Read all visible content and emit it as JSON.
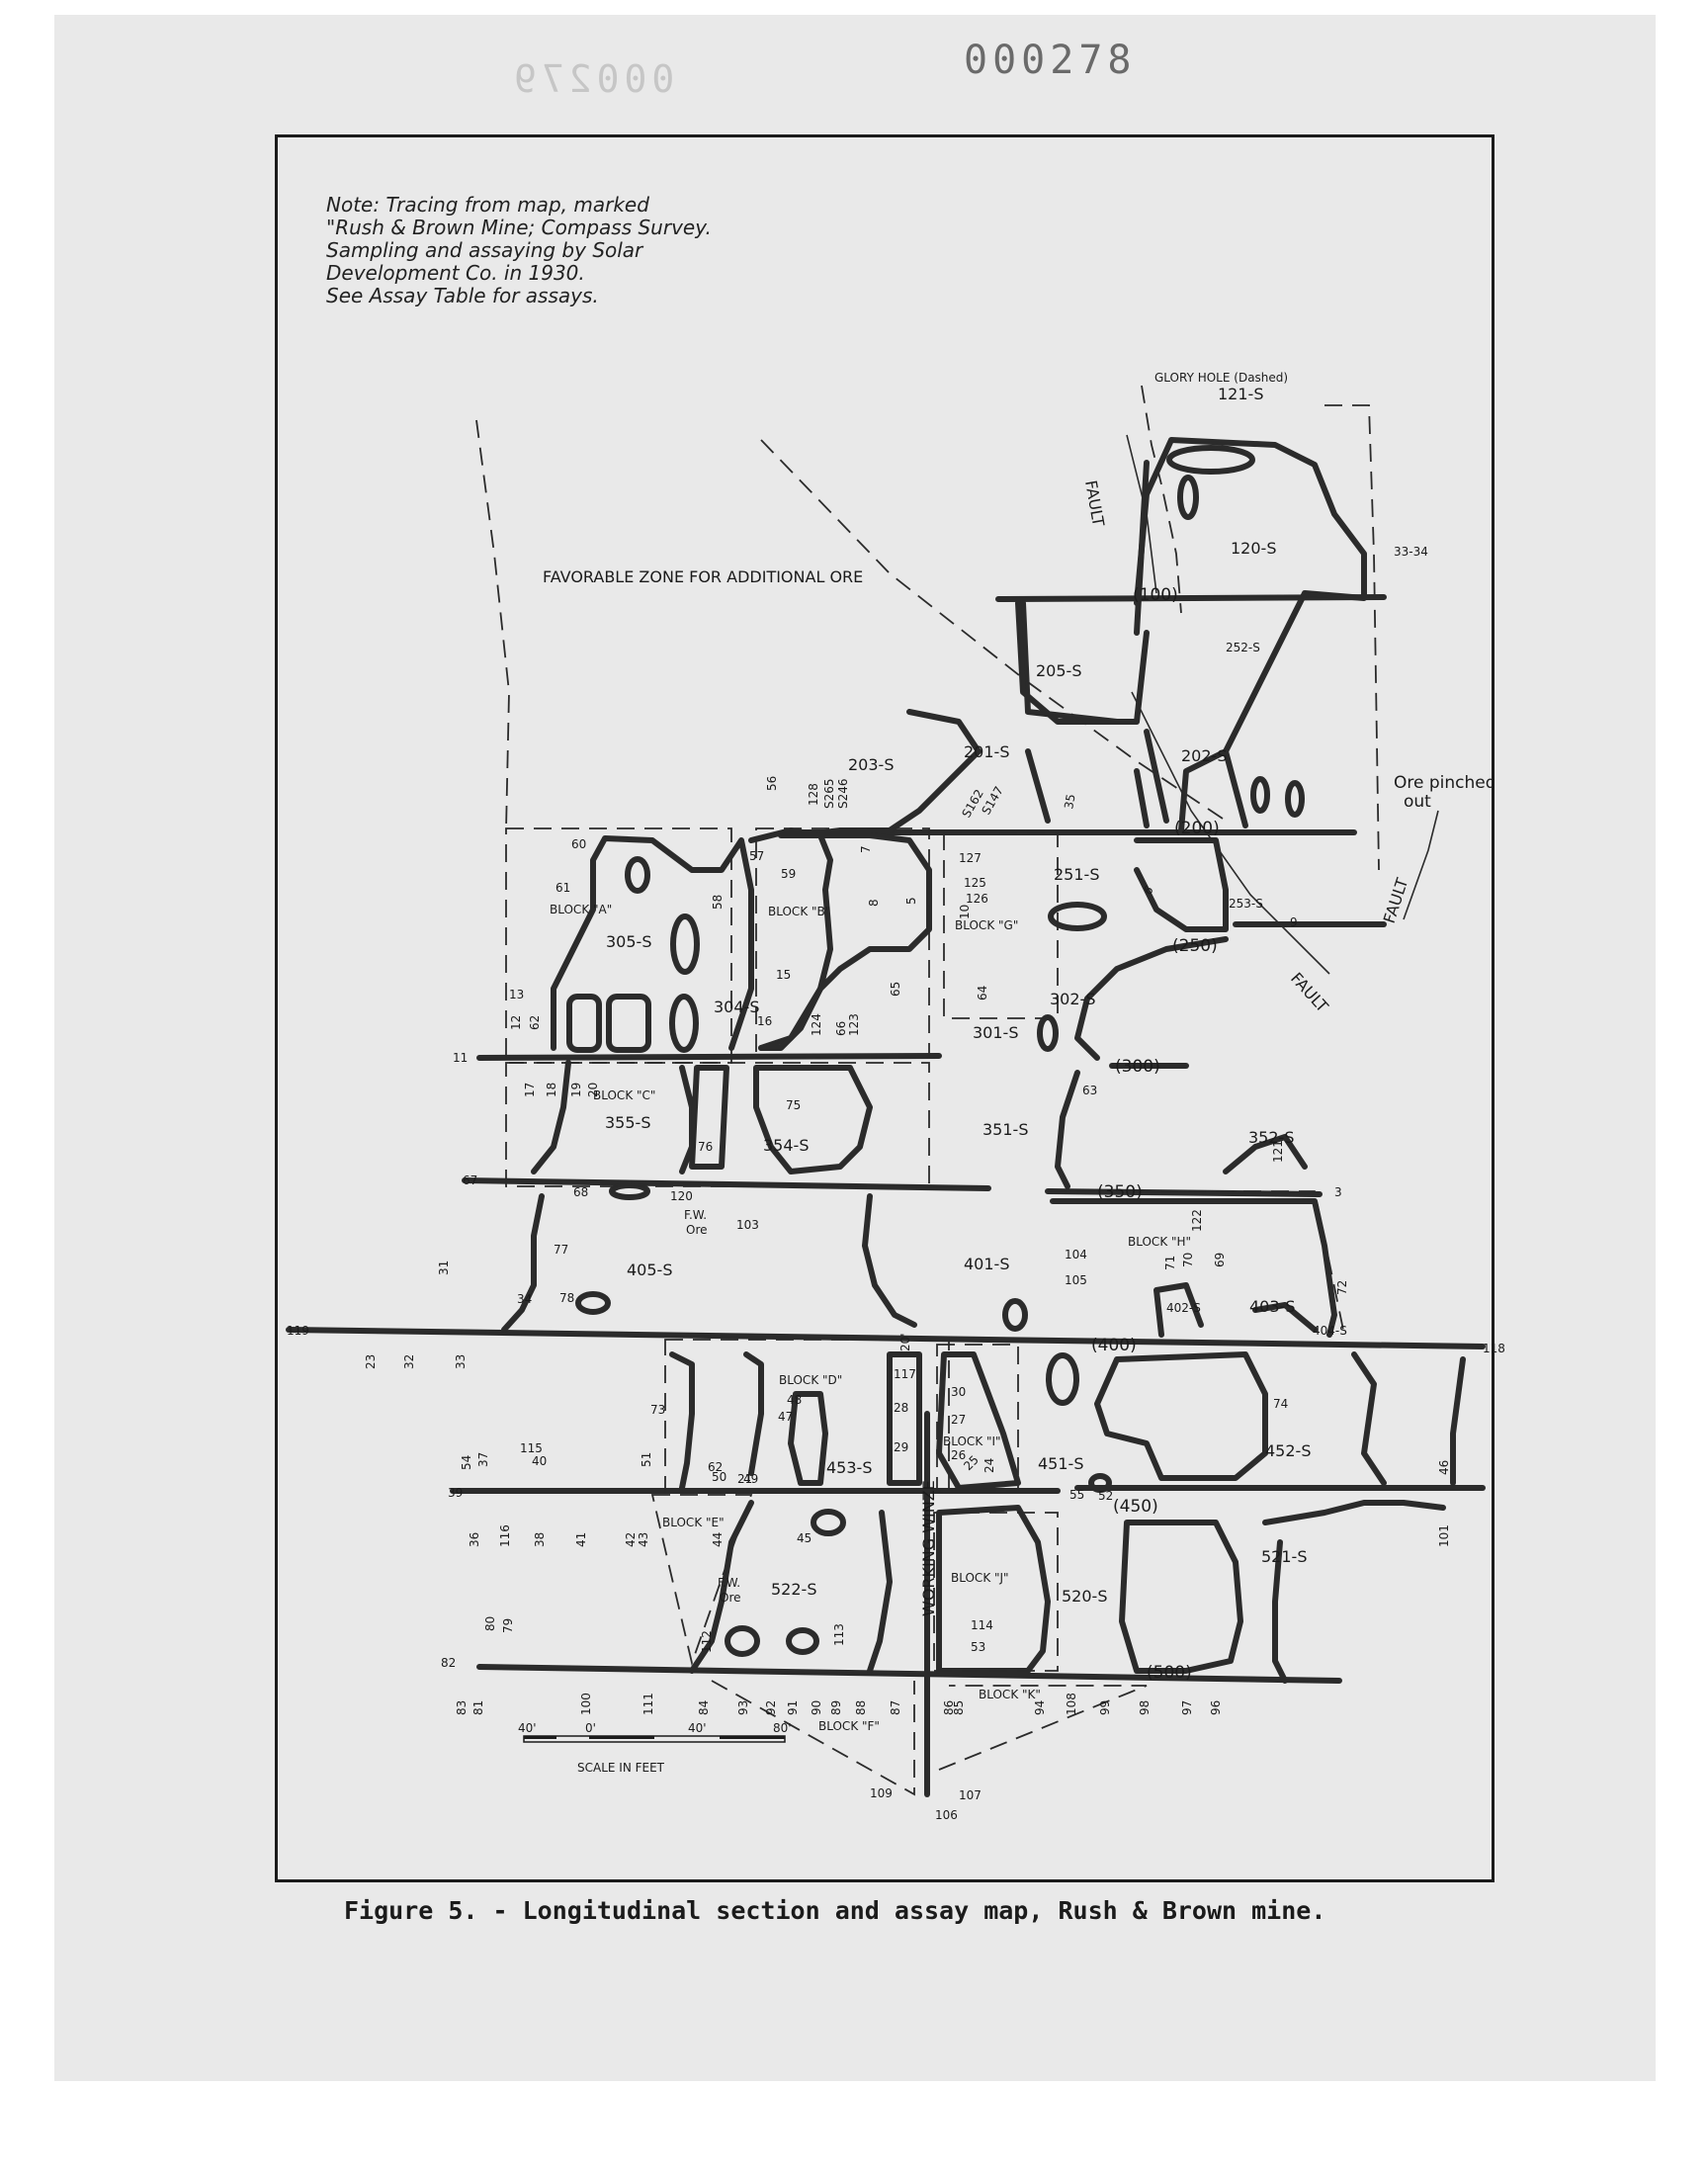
{
  "document": {
    "stamp": "000278",
    "stamp_mirror": "000279",
    "note_lines": [
      "Note:  Tracing from map, marked",
      "\"Rush & Brown Mine; Compass Survey.",
      "Sampling and assaying by Solar",
      "Development Co. in 1930.",
      "See Assay Table for assays."
    ],
    "caption": "Figure 5. - Longitudinal section and assay map, Rush & Brown mine."
  },
  "map": {
    "glory_hole": "GLORY HOLE (Dashed)",
    "favorable_zone": "FAVORABLE ZONE FOR ADDITIONAL ORE",
    "fault_label": "FAULT",
    "ore_pinched": [
      "Ore pinched",
      "out"
    ],
    "fw_ore": [
      "F.W.",
      "Ore"
    ],
    "working_winze": "WORKING WINZE",
    "scale": {
      "title": "SCALE IN FEET",
      "ticks": [
        "40'",
        "0'",
        "40'",
        "80'"
      ]
    },
    "levels": [
      {
        "label": "(100)"
      },
      {
        "label": "(200)"
      },
      {
        "label": "(250)"
      },
      {
        "label": "(300)"
      },
      {
        "label": "(350)"
      },
      {
        "label": "(400)"
      },
      {
        "label": "(450)"
      },
      {
        "label": "(500)"
      }
    ],
    "stopes": [
      {
        "label": "121-S"
      },
      {
        "label": "120-S"
      },
      {
        "label": "205-S"
      },
      {
        "label": "252-S"
      },
      {
        "label": "202-S"
      },
      {
        "label": "203-S"
      },
      {
        "label": "201-S"
      },
      {
        "label": "251-S"
      },
      {
        "label": "253-S"
      },
      {
        "label": "305-S"
      },
      {
        "label": "304-S"
      },
      {
        "label": "301-S"
      },
      {
        "label": "302-S"
      },
      {
        "label": "355-S"
      },
      {
        "label": "354-S"
      },
      {
        "label": "351-S"
      },
      {
        "label": "352-S"
      },
      {
        "label": "405-S"
      },
      {
        "label": "401-S"
      },
      {
        "label": "402-S"
      },
      {
        "label": "403-S"
      },
      {
        "label": "404-S"
      },
      {
        "label": "453-S"
      },
      {
        "label": "451-S"
      },
      {
        "label": "452-S"
      },
      {
        "label": "522-S"
      },
      {
        "label": "520-S"
      },
      {
        "label": "521-S"
      }
    ],
    "blocks": [
      {
        "label": "BLOCK \"A\""
      },
      {
        "label": "BLOCK \"B\""
      },
      {
        "label": "BLOCK \"G\""
      },
      {
        "label": "BLOCK \"C\""
      },
      {
        "label": "BLOCK \"H\""
      },
      {
        "label": "BLOCK \"D\""
      },
      {
        "label": "BLOCK \"I\""
      },
      {
        "label": "BLOCK \"E\""
      },
      {
        "label": "BLOCK \"J\""
      },
      {
        "label": "BLOCK \"F\""
      },
      {
        "label": "BLOCK \"K\""
      }
    ],
    "sample_points": [
      "33-34",
      "56",
      "57",
      "58",
      "59",
      "60",
      "61",
      "128",
      "S265",
      "S246",
      "S162",
      "S147",
      "127",
      "125",
      "126",
      "10",
      "13",
      "12",
      "62",
      "11",
      "15",
      "16",
      "124",
      "66",
      "123",
      "65",
      "64",
      "17",
      "18",
      "19",
      "20",
      "75",
      "76",
      "63",
      "121",
      "67",
      "68",
      "120",
      "103",
      "77",
      "104",
      "105",
      "122",
      "71",
      "70",
      "69",
      "72",
      "31",
      "34",
      "78",
      "119",
      "23",
      "32",
      "33",
      "118",
      "74",
      "73",
      "47",
      "48",
      "62",
      "51",
      "117",
      "28",
      "29",
      "30",
      "27",
      "26",
      "25",
      "24",
      "55",
      "54",
      "37",
      "115",
      "40",
      "39",
      "36",
      "116",
      "38",
      "41",
      "42",
      "43",
      "44",
      "45",
      "46",
      "101",
      "114",
      "53",
      "80",
      "79",
      "82",
      "83",
      "81",
      "112",
      "113",
      "100",
      "111",
      "84",
      "93",
      "92",
      "91",
      "90",
      "89",
      "88",
      "87",
      "86",
      "85",
      "94",
      "108",
      "99",
      "98",
      "97",
      "96",
      "109",
      "107",
      "106",
      "20'",
      "35",
      "7",
      "8",
      "5",
      "6",
      "9",
      "3",
      "21",
      "49",
      "50",
      "52",
      "54"
    ]
  }
}
